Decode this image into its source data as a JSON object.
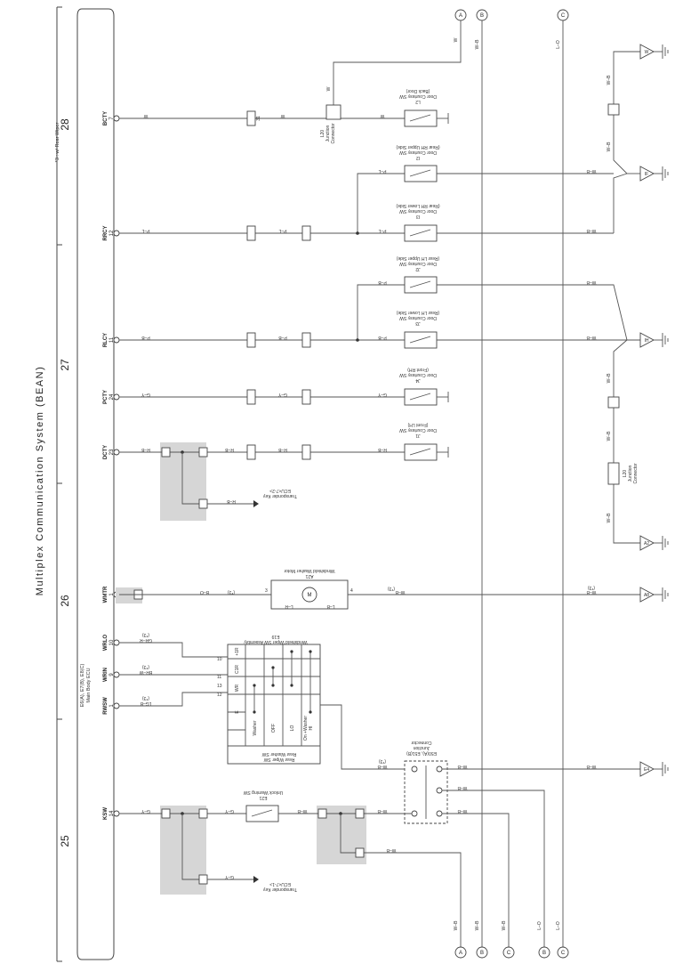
{
  "page": {
    "title": "Multiplex Communication System (BEAN)",
    "page_numbers": [
      "25",
      "26",
      "27",
      "28"
    ],
    "note": "*3 : w/ Rear Wiper"
  },
  "top_connectors": [
    "A",
    "B",
    "C"
  ],
  "bottom_connectors": [
    "A",
    "B",
    "C",
    "B",
    "C"
  ],
  "bottom_wire_colors": [
    "W–B",
    "W–B",
    "W–B",
    "L–O",
    "L–O"
  ],
  "ecu": {
    "name_line1": "E6(A), E7(B), E8(C)",
    "name_line2": "Main Body ECU",
    "terminals": [
      {
        "signal": "BCTY",
        "pin": "7"
      },
      {
        "signal": "RRCY",
        "pin": "12"
      },
      {
        "signal": "RLCY",
        "pin": "11"
      },
      {
        "signal": "PCTY",
        "pin": "24"
      },
      {
        "signal": "DCTY",
        "pin": "23"
      },
      {
        "signal": "WMTR",
        "pin": "1"
      },
      {
        "signal": "WRLO",
        "pin": "10"
      },
      {
        "signal": "WRIN",
        "pin": "9"
      },
      {
        "signal": "RWSW",
        "pin": "1"
      },
      {
        "signal": "KSW",
        "pin": "14"
      }
    ]
  },
  "wire_labels": {
    "bcty": "W",
    "rrcy": "P–L",
    "rlcy": "P–B",
    "pcty": "G–Y",
    "dcty": "R–B",
    "wmtr": "B–O",
    "wrlo": "GR–R",
    "wrin": "BR–W",
    "rwsw": "LG–B",
    "ksw": "G–Y",
    "wb": "W–B",
    "lo": "L–O",
    "w_top": "W",
    "star3": "(*3)"
  },
  "components": {
    "l2": [
      "L2",
      "Door Courtesy SW",
      "(Back Door)"
    ],
    "i2": [
      "I2",
      "Door Courtesy SW",
      "(Rear RH Upper Side)"
    ],
    "i3": [
      "I3",
      "Door Courtesy SW",
      "(Rear RH Lower Side)"
    ],
    "j2": [
      "J2",
      "Door Courtesy SW",
      "(Rear LH Upper Side)"
    ],
    "j3": [
      "J3",
      "Door Courtesy SW",
      "(Rear LH Lower Side)"
    ],
    "j4": [
      "J4",
      "Door Courtesy SW",
      "(Front RH)"
    ],
    "j1": [
      "J1",
      "Door Courtesy SW",
      "(Front LH)"
    ],
    "l20a": [
      "L20",
      "Junction",
      "Connector"
    ],
    "l20b": [
      "L20",
      "Junction",
      "Connector"
    ],
    "a21": [
      "A21",
      "Windshield Washer Motor"
    ],
    "e19": [
      "E19",
      "Windshield Wiper SW Assembly"
    ],
    "rear_wiper": [
      "Rear Wiper SW",
      "Rear Washer SW"
    ],
    "e21": [
      "E21",
      "Unlock Warning SW"
    ],
    "e50": [
      "E50(A), E51(B)",
      "Junction",
      "Connector"
    ],
    "tk1": [
      "Transponder Key",
      "ECU<7-2>"
    ],
    "tk2": [
      "Transponder Key",
      "ECU<7-1>"
    ]
  },
  "grounds": [
    "W",
    "IF",
    "IH",
    "A2",
    "A8",
    "E4"
  ],
  "switch_table": {
    "headers": [
      "E",
      "WR",
      "C1R",
      "+1R"
    ],
    "pins": [
      "12",
      "13",
      "11",
      "10"
    ],
    "rows": [
      "Washer",
      "OFF",
      "LO",
      "HI",
      "On +Washer"
    ]
  },
  "motor_pins": {
    "left": "3",
    "right": "4",
    "wire_l": "L–R",
    "wire_r": "L–B"
  }
}
